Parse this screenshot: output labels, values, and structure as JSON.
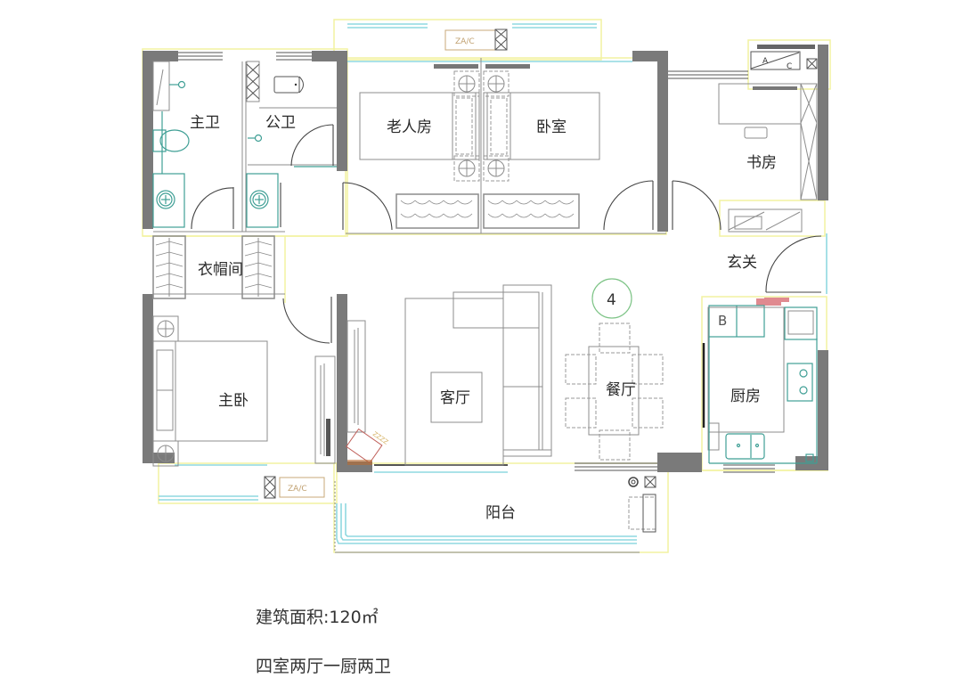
{
  "plan": {
    "type": "residential floor plan",
    "rooms": [
      {
        "id": "master-bath",
        "label": "主卫"
      },
      {
        "id": "public-bath",
        "label": "公卫"
      },
      {
        "id": "elder-room",
        "label": "老人房"
      },
      {
        "id": "bedroom",
        "label": "卧室"
      },
      {
        "id": "study",
        "label": "书房"
      },
      {
        "id": "foyer",
        "label": "玄关"
      },
      {
        "id": "walk-in-closet",
        "label": "衣帽间"
      },
      {
        "id": "master-bedroom",
        "label": "主卧"
      },
      {
        "id": "living-room",
        "label": "客厅"
      },
      {
        "id": "dining-room",
        "label": "餐厅"
      },
      {
        "id": "kitchen",
        "label": "厨房"
      },
      {
        "id": "balcony",
        "label": "阳台"
      }
    ],
    "ac_units": [
      {
        "id": "ac-top",
        "label": "ZA/C"
      },
      {
        "id": "ac-bottom",
        "label": "ZA/C"
      },
      {
        "id": "ac-study",
        "label_a": "A",
        "label_c": "C"
      }
    ],
    "kitchen_fridge_label": "B",
    "unit_marker": "4"
  },
  "captions": {
    "area_label": "建筑面积:120",
    "area_unit": "㎡",
    "layout_summary": "四室两厅一厨两卫"
  }
}
